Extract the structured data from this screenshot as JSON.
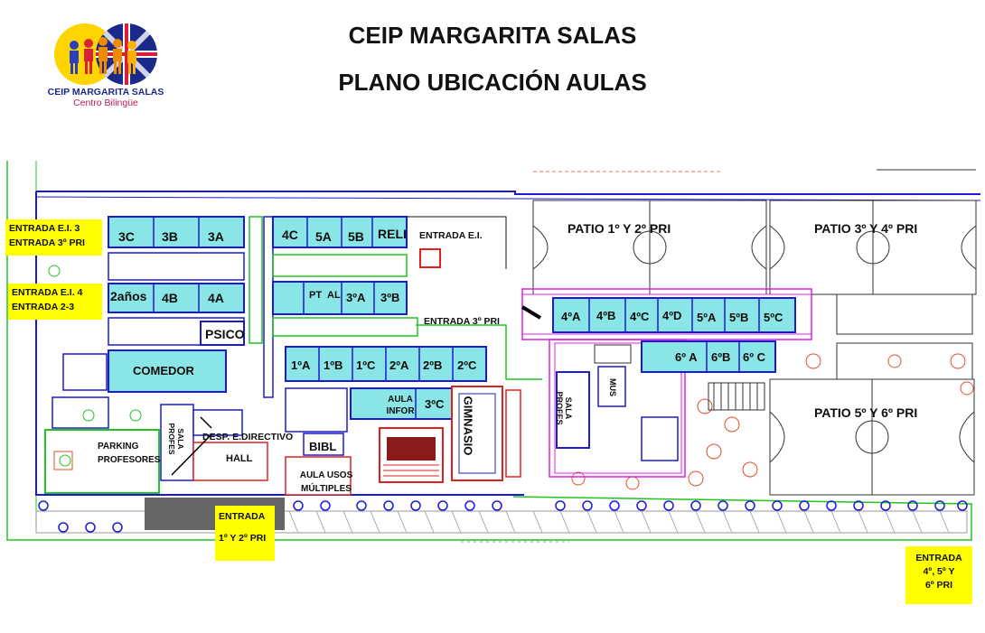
{
  "header": {
    "title": "CEIP MARGARITA SALAS",
    "subtitle": "PLANO UBICACIÓN AULAS"
  },
  "logo": {
    "name": "CEIP MARGARITA SALAS",
    "tagline": "Centro Bilingüe"
  },
  "colors": {
    "label_bg": "#ffff00",
    "classroom": "#8ae6e6",
    "walls": "#1a1ad6",
    "magenta": "#e020e0",
    "green": "#22c422",
    "red": "#e02020"
  },
  "entrances": {
    "ei3": [
      "ENTRADA E.I. 3",
      "ENTRADA 3º PRI"
    ],
    "ei4": [
      "ENTRADA E.I. 4",
      "ENTRADA 2-3"
    ],
    "main": [
      "ENTRADA",
      "1º Y 2º PRI"
    ],
    "upper": [
      "ENTRADA",
      "4º, 5º Y",
      "6º PRI"
    ]
  },
  "rooms": {
    "r3c": "3C",
    "r3b": "3B",
    "r3a": "3A",
    "r4c": "4C",
    "r5a": "5A",
    "r5b": "5B",
    "reli": "RELI",
    "entrada_ei": "ENTRADA E.I.",
    "r2anos": "2años",
    "r4b": "4B",
    "r4a": "4A",
    "pt": "PT",
    "al": "AL",
    "p3a": "3ºA",
    "p3b": "3ºB",
    "entrada3": "ENTRADA 3º PRI",
    "psico": "PSICO",
    "comedor": "COMEDOR",
    "p1a": "1ºA",
    "p1b": "1ºB",
    "p1c": "1ºC",
    "p2a": "2ºA",
    "p2b": "2ºB",
    "p2c": "2ºC",
    "sala_profes_1": "SALA PROFES",
    "desp": "DESP. E.DIRECTIVO",
    "parking": "PARKING PROFESORES",
    "hall": "HALL",
    "aula_infor": "AULA INFOR",
    "p3c": "3ºC",
    "gimnasio": "GIMNASIO",
    "bibl": "BIBL",
    "aula_usos": "AULA USOS MÚLTIPLES",
    "sala_profes_2": "SALA PROFES",
    "mus": "MUS",
    "p4a": "4ºA",
    "p4b": "4ºB",
    "p4c": "4ºC",
    "p4d": "4ºD",
    "p5a": "5ºA",
    "p5b": "5ºB",
    "p5c": "5ºC",
    "p6a": "6º A",
    "p6b": "6ºB",
    "p6c": "6º C"
  },
  "patios": {
    "patio12": "PATIO 1º Y 2º PRI",
    "patio34": "PATIO 3º Y 4º PRI",
    "patio56": "PATIO 5º Y 6º PRI"
  }
}
